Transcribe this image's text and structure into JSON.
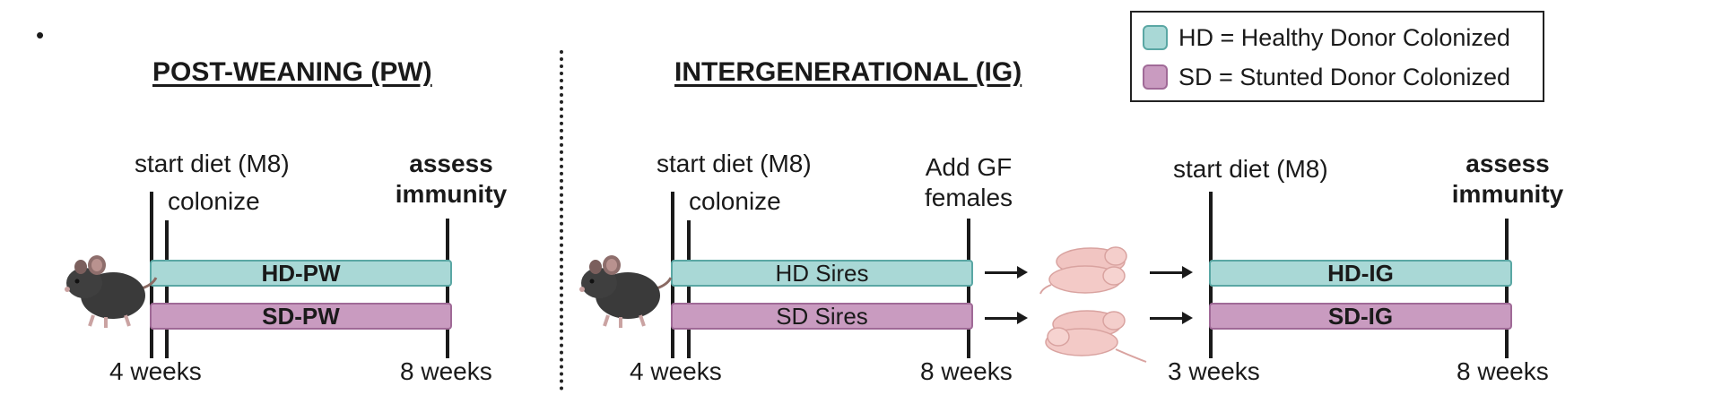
{
  "legend": {
    "hd_text": "HD = Healthy Donor Colonized",
    "sd_text": "SD = Stunted Donor Colonized",
    "hd_color": "#a9d8d6",
    "sd_color": "#c99bc0"
  },
  "post_weaning": {
    "title": "POST-WEANING (PW)",
    "start_diet": "start diet (M8)",
    "colonize": "colonize",
    "assess_line1": "assess",
    "assess_line2": "immunity",
    "bar_hd": "HD-PW",
    "bar_sd": "SD-PW",
    "time_start": "4 weeks",
    "time_end": "8 weeks"
  },
  "intergenerational": {
    "title": "INTERGENERATIONAL (IG)",
    "start_diet": "start diet (M8)",
    "colonize": "colonize",
    "add_gf_line1": "Add GF",
    "add_gf_line2": "females",
    "bar_hd_sires": "HD Sires",
    "bar_sd_sires": "SD Sires",
    "time_start": "4 weeks",
    "time_mid": "8 weeks",
    "pups_start_diet": "start diet (M8)",
    "assess_line1": "assess",
    "assess_line2": "immunity",
    "bar_hd": "HD-IG",
    "bar_sd": "SD-IG",
    "pups_time_start": "3 weeks",
    "pups_time_end": "8 weeks"
  },
  "icons": {
    "adult_mouse": "mouse-icon",
    "pups": "mouse-pups-icon"
  }
}
